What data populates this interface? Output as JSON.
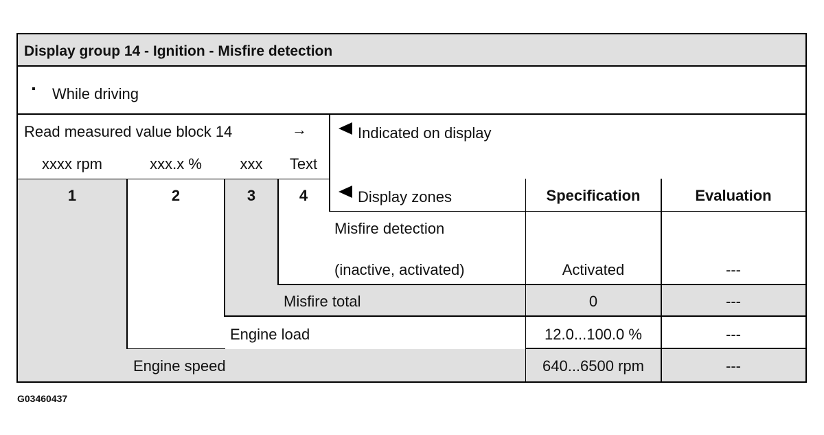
{
  "header": {
    "title": "Display group 14 - Ignition - Misfire detection"
  },
  "condition": {
    "bullet": "▪",
    "text": "While driving"
  },
  "read_block": {
    "label": "Read measured value block 14",
    "arrow": "→",
    "indicated": "Indicated on display"
  },
  "fields": [
    {
      "label": "xxxx rpm"
    },
    {
      "label": "xxx.x %"
    },
    {
      "label": "xxx"
    },
    {
      "label": "Text"
    }
  ],
  "columns": {
    "zones": [
      "1",
      "2",
      "3",
      "4"
    ],
    "display_zones": "Display zones",
    "specification": "Specification",
    "evaluation": "Evaluation"
  },
  "rows": [
    {
      "label_line1": "Misfire detection",
      "label_line2": "(inactive, activated)",
      "specification": "Activated",
      "evaluation": "---"
    },
    {
      "label": "Misfire total",
      "specification": "0",
      "evaluation": "---"
    },
    {
      "label": "Engine load",
      "specification": "12.0...100.0 %",
      "evaluation": "---"
    },
    {
      "label": "Engine speed",
      "specification": "640...6500 rpm",
      "evaluation": "---"
    }
  ],
  "figure_id": "G03460437"
}
